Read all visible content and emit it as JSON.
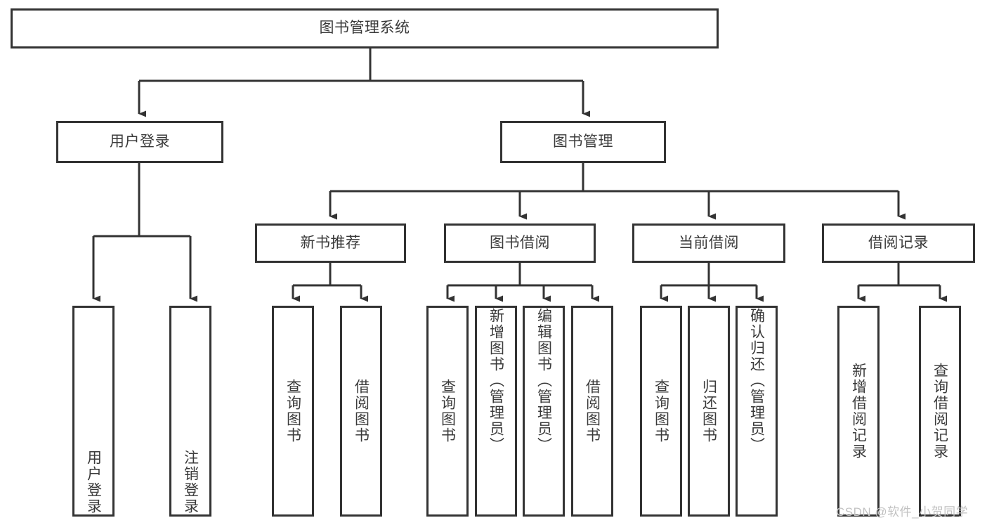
{
  "diagram": {
    "title": "图书管理系统",
    "type": "tree",
    "line_color": "#333333",
    "box_fill": "#ffffff",
    "text_color": "#3a3a3a",
    "watermark": "CSDN @软件_小贺同学",
    "nodes": {
      "root": {
        "label": "图书管理系统"
      },
      "level2": {
        "user_login": {
          "label": "用户登录"
        },
        "book_manage": {
          "label": "图书管理"
        }
      },
      "level3": {
        "new_book_rec": {
          "label": "新书推荐"
        },
        "book_borrow": {
          "label": "图书借阅"
        },
        "current_borrow": {
          "label": "当前借阅"
        },
        "borrow_record": {
          "label": "借阅记录"
        }
      },
      "leaves": {
        "user_login_1": {
          "label": "用户登录"
        },
        "user_login_2": {
          "label": "注销登录"
        },
        "new_book_1": {
          "label": "查询图书"
        },
        "new_book_2": {
          "label": "借阅图书"
        },
        "borrow_1": {
          "label": "查询图书"
        },
        "borrow_2": {
          "label": "新增图书（管理员）"
        },
        "borrow_3": {
          "label": "编辑图书（管理员）"
        },
        "borrow_4": {
          "label": "借阅图书"
        },
        "current_1": {
          "label": "查询图书"
        },
        "current_2": {
          "label": "归还图书"
        },
        "current_3": {
          "label": "确认归还（管理员）"
        },
        "record_1": {
          "label": "新增借阅记录"
        },
        "record_2": {
          "label": "查询借阅记录"
        }
      }
    },
    "hierarchy": [
      {
        "label": "图书管理系统",
        "children": [
          {
            "label": "用户登录",
            "children": [
              {
                "label": "用户登录"
              },
              {
                "label": "注销登录"
              }
            ]
          },
          {
            "label": "图书管理",
            "children": [
              {
                "label": "新书推荐",
                "children": [
                  {
                    "label": "查询图书"
                  },
                  {
                    "label": "借阅图书"
                  }
                ]
              },
              {
                "label": "图书借阅",
                "children": [
                  {
                    "label": "查询图书"
                  },
                  {
                    "label": "新增图书（管理员）"
                  },
                  {
                    "label": "编辑图书（管理员）"
                  },
                  {
                    "label": "借阅图书"
                  }
                ]
              },
              {
                "label": "当前借阅",
                "children": [
                  {
                    "label": "查询图书"
                  },
                  {
                    "label": "归还图书"
                  },
                  {
                    "label": "确认归还（管理员）"
                  }
                ]
              },
              {
                "label": "借阅记录",
                "children": [
                  {
                    "label": "新增借阅记录"
                  },
                  {
                    "label": "查询借阅记录"
                  }
                ]
              }
            ]
          }
        ]
      }
    ]
  }
}
